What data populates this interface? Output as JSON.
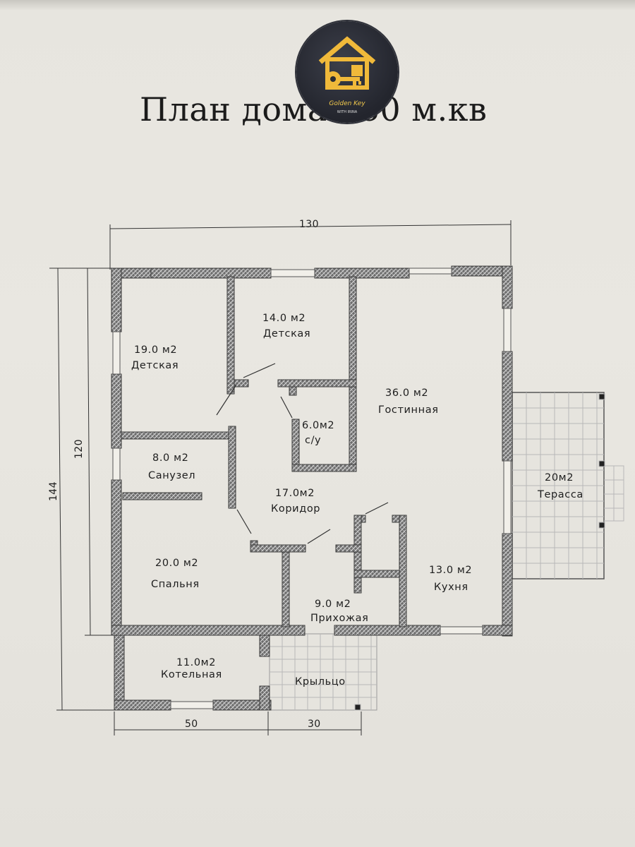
{
  "title": "План дома 160 м.кв",
  "logo": {
    "brand": "Golden Key",
    "sub": "WITH IRINA",
    "icon": "house-key-icon"
  },
  "rooms": {
    "det1": {
      "area": "19.0  м2",
      "name": "Детская"
    },
    "det2": {
      "area": "14.0  м2",
      "name": "Детская"
    },
    "su": {
      "area": "6.0м2",
      "name": "с/у"
    },
    "gost": {
      "area": "36.0  м2",
      "name": "Гостинная"
    },
    "sanuz": {
      "area": "8.0  м2",
      "name": "Санузел"
    },
    "kor": {
      "area": "17.0м2",
      "name": "Коридор"
    },
    "terr": {
      "area": "20м2",
      "name": "Терасса"
    },
    "spal": {
      "area": "20.0  м2",
      "name": "Спальня"
    },
    "kuh": {
      "area": "13.0  м2",
      "name": "Кухня"
    },
    "prih": {
      "area": "9.0  м2",
      "name": "Прихожая"
    },
    "kot": {
      "area": "11.0м2",
      "name": "Котельная"
    },
    "kryl": {
      "name": "Крыльцо"
    }
  },
  "dimensions": {
    "top": "130",
    "left_inner": "120",
    "left_outer": "144",
    "bottom_left": "50",
    "bottom_right": "30"
  }
}
